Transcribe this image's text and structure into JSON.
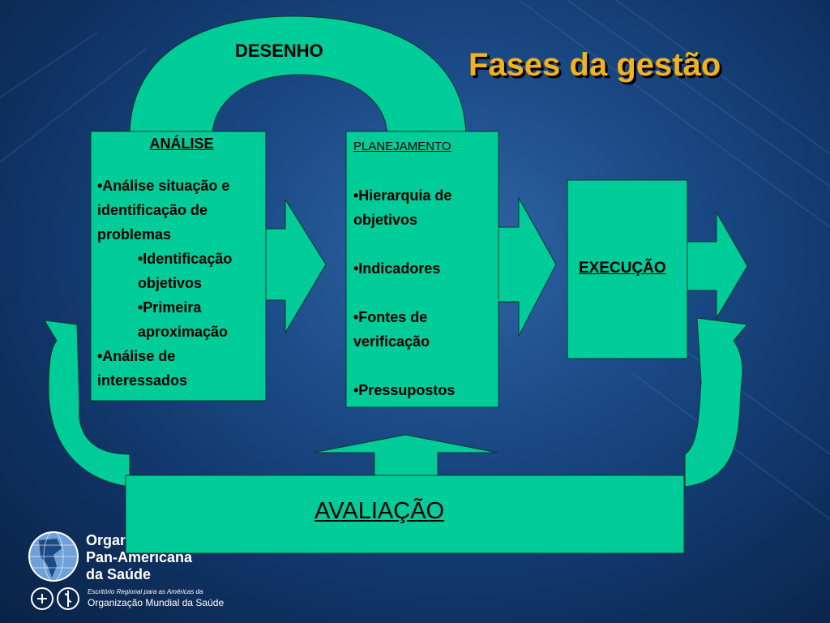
{
  "slide": {
    "title": "Fases da gestão",
    "desenho": "DESENHO",
    "analise": {
      "heading": "ANÁLISE",
      "items": [
        "•Análise situação e identificação de problemas",
        "•Identificação objetivos",
        "•Primeira aproximação",
        "•Análise de interessados"
      ]
    },
    "planejamento": {
      "heading": "PLANEJAMENTO",
      "items": [
        "•Hierarquia de objetivos",
        "•Indicadores",
        "•Fontes de verificação",
        "•Pressupostos"
      ]
    },
    "execucao": "EXECUÇÃO",
    "avaliacao": "AVALIAÇÃO"
  },
  "logo": {
    "line1": "Organização",
    "line2": "Pan-Americana",
    "line3": "da Saúde",
    "sub1": "Escritório Regional para as Américas da",
    "sub2": "Organização Mundial da Saúde"
  },
  "colors": {
    "shape_fill": "#00cc99",
    "title": "#f2b21e"
  }
}
